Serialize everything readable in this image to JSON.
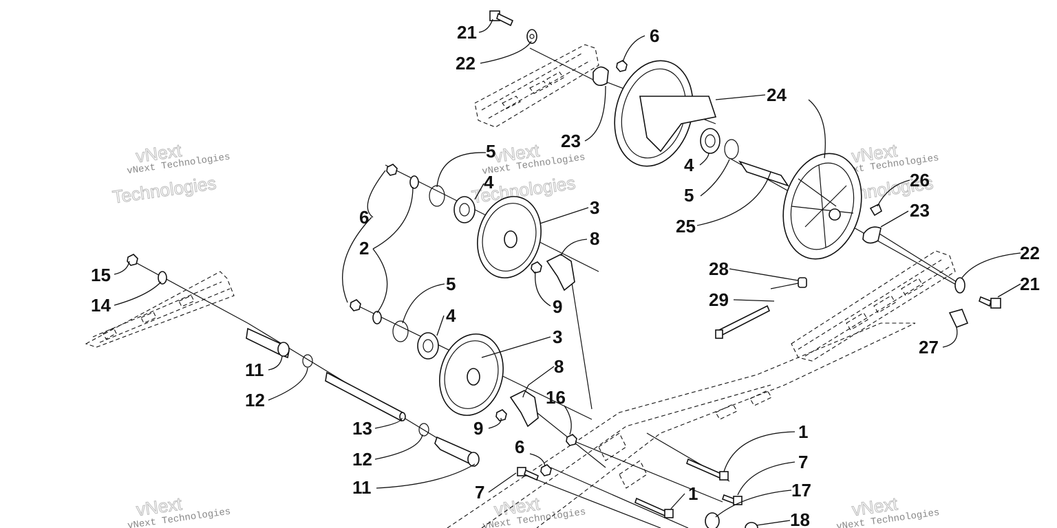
{
  "watermark": {
    "line1": "vNext Technologies",
    "line2": "vNext",
    "line3": "Technologies"
  },
  "callouts": [
    {
      "id": "c21a",
      "label": "21"
    },
    {
      "id": "c22a",
      "label": "22"
    },
    {
      "id": "c6a",
      "label": "6"
    },
    {
      "id": "c24",
      "label": "24"
    },
    {
      "id": "c23a",
      "label": "23"
    },
    {
      "id": "c4a",
      "label": "4"
    },
    {
      "id": "c5a",
      "label": "5"
    },
    {
      "id": "c26",
      "label": "26"
    },
    {
      "id": "c25",
      "label": "25"
    },
    {
      "id": "c23b",
      "label": "23"
    },
    {
      "id": "c5b",
      "label": "5"
    },
    {
      "id": "c4b",
      "label": "4"
    },
    {
      "id": "c6b",
      "label": "6"
    },
    {
      "id": "c2a",
      "label": "2"
    },
    {
      "id": "c3a",
      "label": "3"
    },
    {
      "id": "c8a",
      "label": "8"
    },
    {
      "id": "c9a",
      "label": "9"
    },
    {
      "id": "c15",
      "label": "15"
    },
    {
      "id": "c14",
      "label": "14"
    },
    {
      "id": "c5c",
      "label": "5"
    },
    {
      "id": "c4c",
      "label": "4"
    },
    {
      "id": "c3b",
      "label": "3"
    },
    {
      "id": "c28",
      "label": "28"
    },
    {
      "id": "c29",
      "label": "29"
    },
    {
      "id": "c22b",
      "label": "22"
    },
    {
      "id": "c21b",
      "label": "21"
    },
    {
      "id": "c27",
      "label": "27"
    },
    {
      "id": "c11a",
      "label": "11"
    },
    {
      "id": "c12a",
      "label": "12"
    },
    {
      "id": "c8b",
      "label": "8"
    },
    {
      "id": "c16",
      "label": "16"
    },
    {
      "id": "c9b",
      "label": "9"
    },
    {
      "id": "c13",
      "label": "13"
    },
    {
      "id": "c12b",
      "label": "12"
    },
    {
      "id": "c6c",
      "label": "6"
    },
    {
      "id": "c1a",
      "label": "1"
    },
    {
      "id": "c7a",
      "label": "7"
    },
    {
      "id": "c11b",
      "label": "11"
    },
    {
      "id": "c7b",
      "label": "7"
    },
    {
      "id": "c1b",
      "label": "1"
    },
    {
      "id": "c17",
      "label": "17"
    },
    {
      "id": "c18",
      "label": "18"
    }
  ]
}
